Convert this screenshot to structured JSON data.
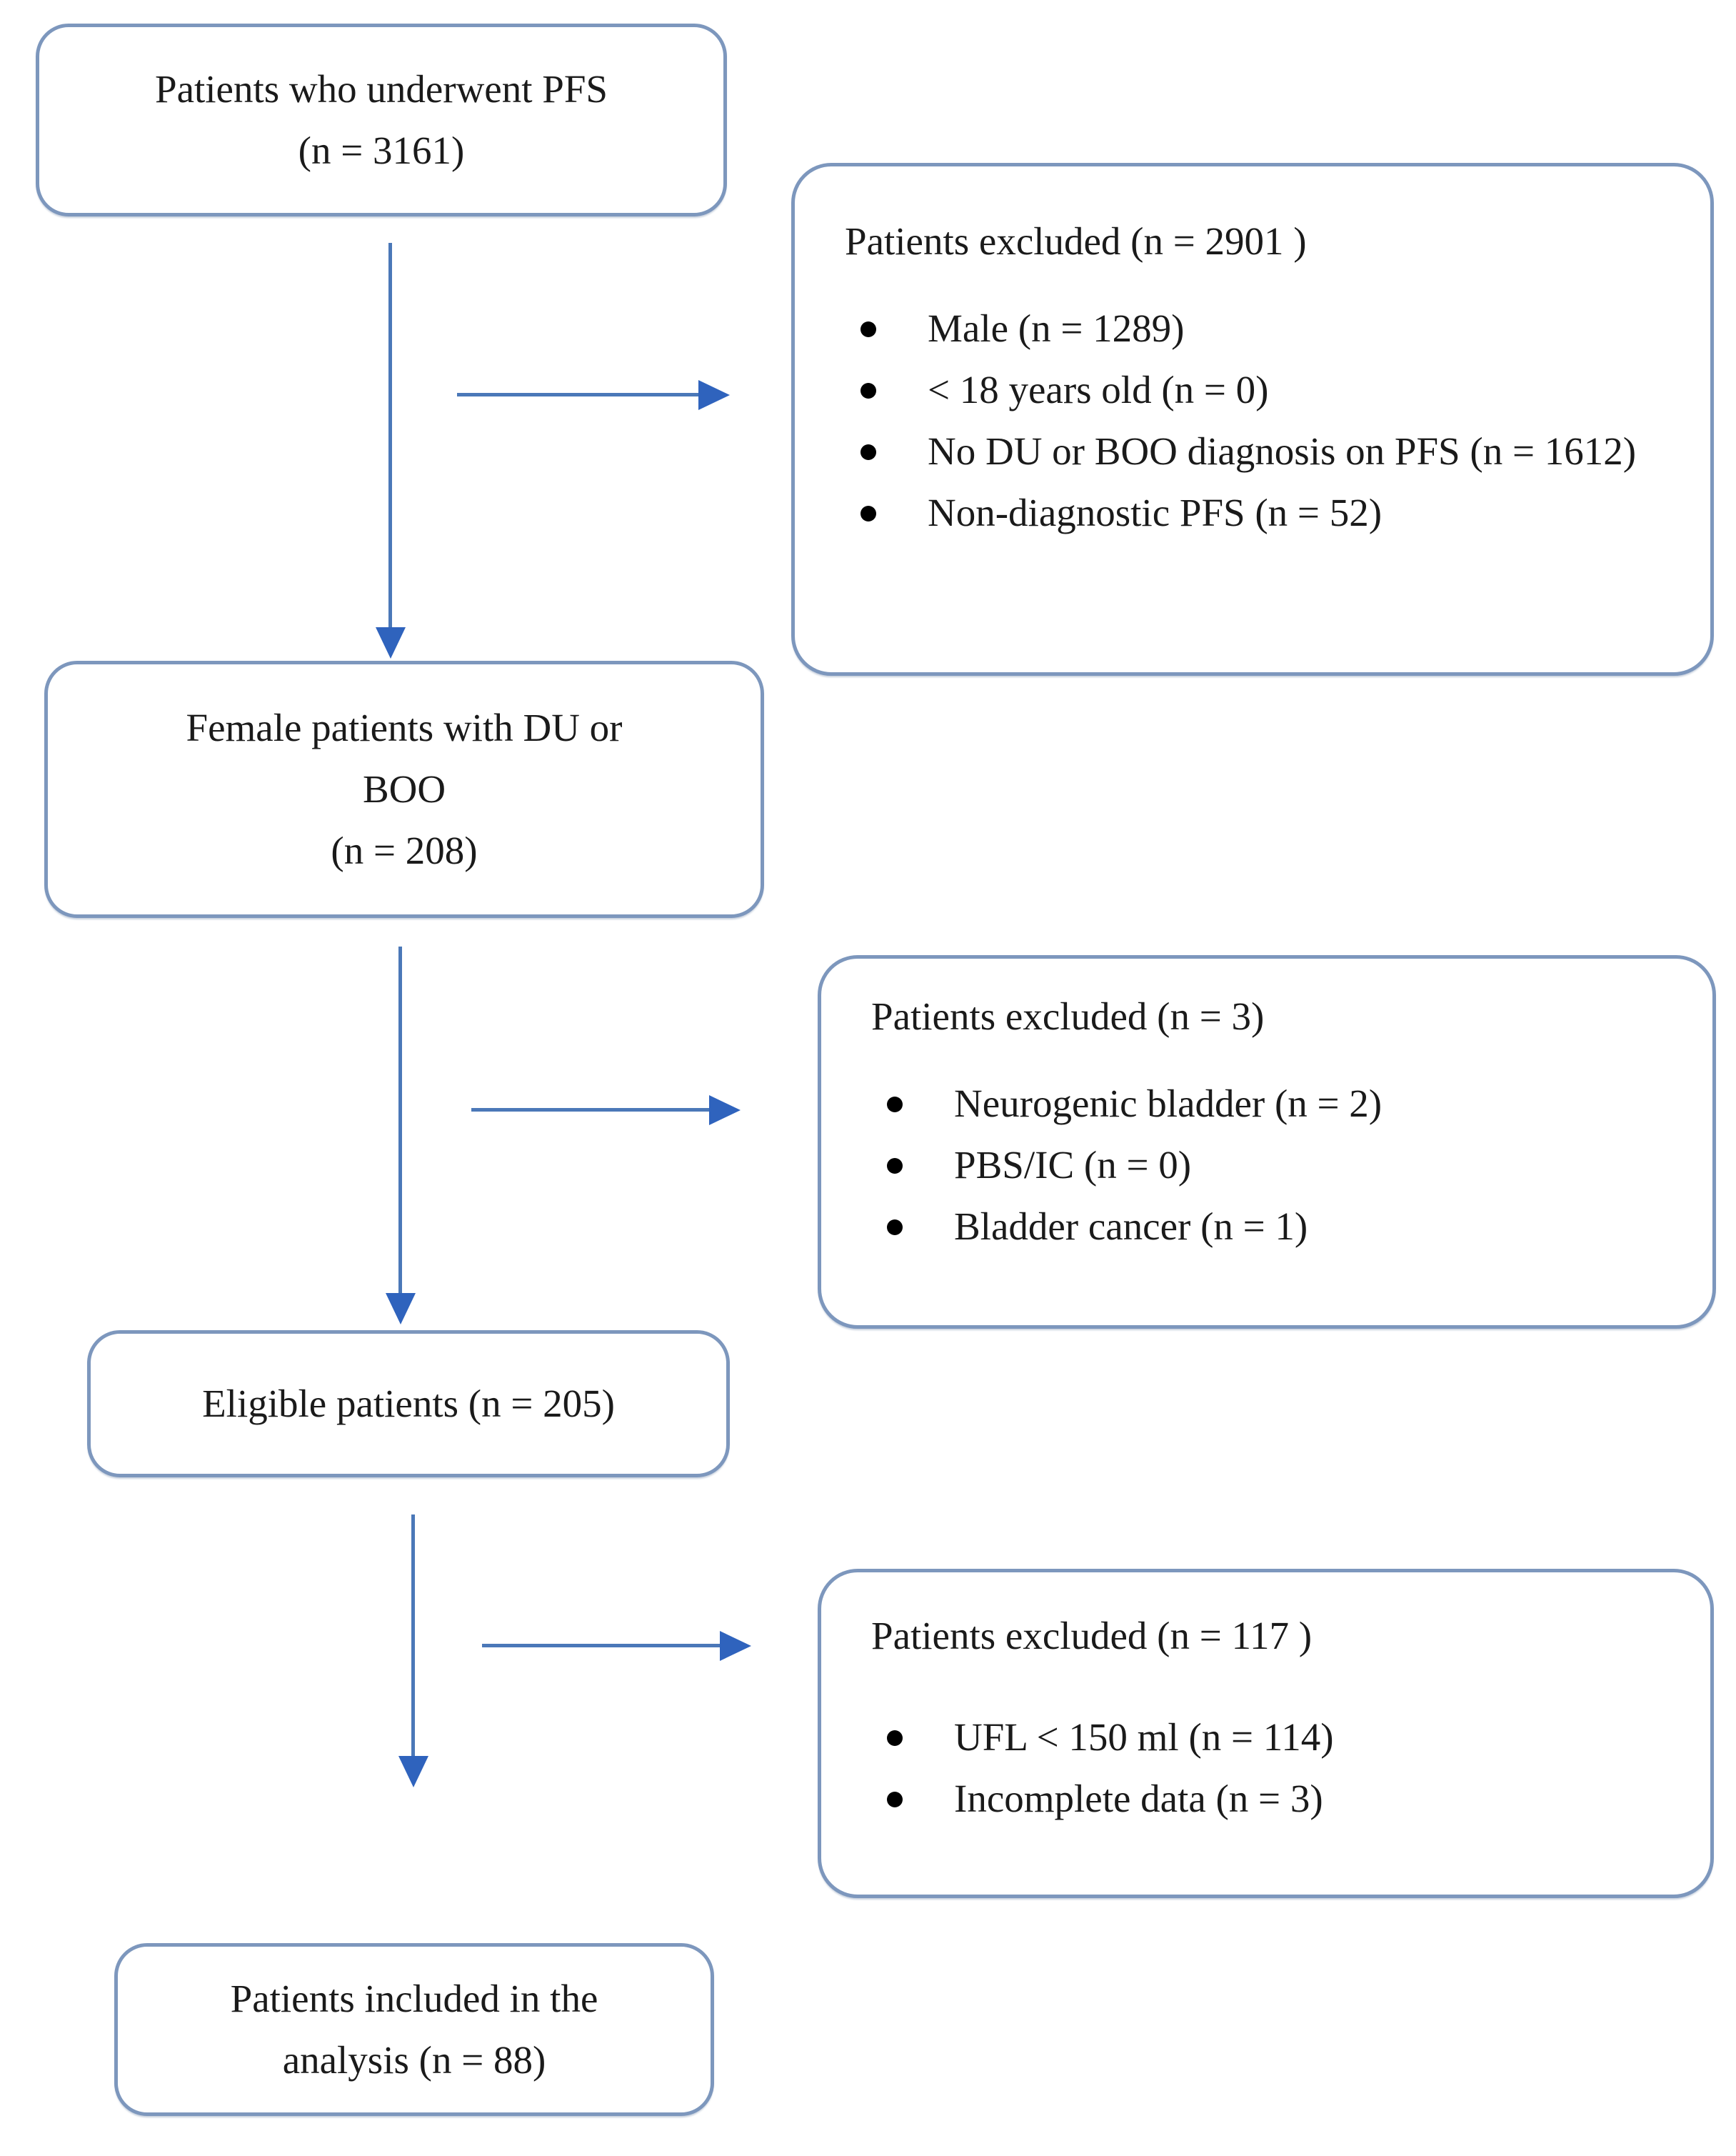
{
  "diagram": {
    "type": "patient-flow-chart",
    "flow_boxes": [
      {
        "id": "box1",
        "lines": [
          "Patients who underwent PFS",
          "(n = 3161)"
        ]
      },
      {
        "id": "box2",
        "lines": [
          "Female patients with DU or",
          "BOO",
          "(n = 208)"
        ]
      },
      {
        "id": "box3",
        "lines": [
          "Eligible patients (n = 205)"
        ]
      },
      {
        "id": "box4",
        "lines": [
          "Patients included in the",
          "analysis (n = 88)"
        ]
      }
    ],
    "exclusion_boxes": [
      {
        "id": "excl1",
        "title": "Patients excluded (n = 2901 )",
        "bullets": [
          "Male (n = 1289)",
          "< 18 years old (n = 0)",
          "No DU or BOO diagnosis on PFS (n = 1612)",
          "Non-diagnostic PFS (n = 52)"
        ]
      },
      {
        "id": "excl2",
        "title": "Patients excluded (n = 3)",
        "bullets": [
          "Neurogenic bladder (n = 2)",
          "PBS/IC (n = 0)",
          "Bladder cancer (n = 1)"
        ]
      },
      {
        "id": "excl3",
        "title": "Patients excluded (n = 117 )",
        "bullets": [
          "UFL < 150 ml (n = 114)",
          "Incomplete data (n = 3)"
        ]
      }
    ],
    "colors": {
      "box_border": "#7d97bd",
      "arrow_line": "#4b78b8",
      "arrow_head": "#2f63bd",
      "text": "#1a1a1a",
      "background": "#ffffff"
    }
  }
}
